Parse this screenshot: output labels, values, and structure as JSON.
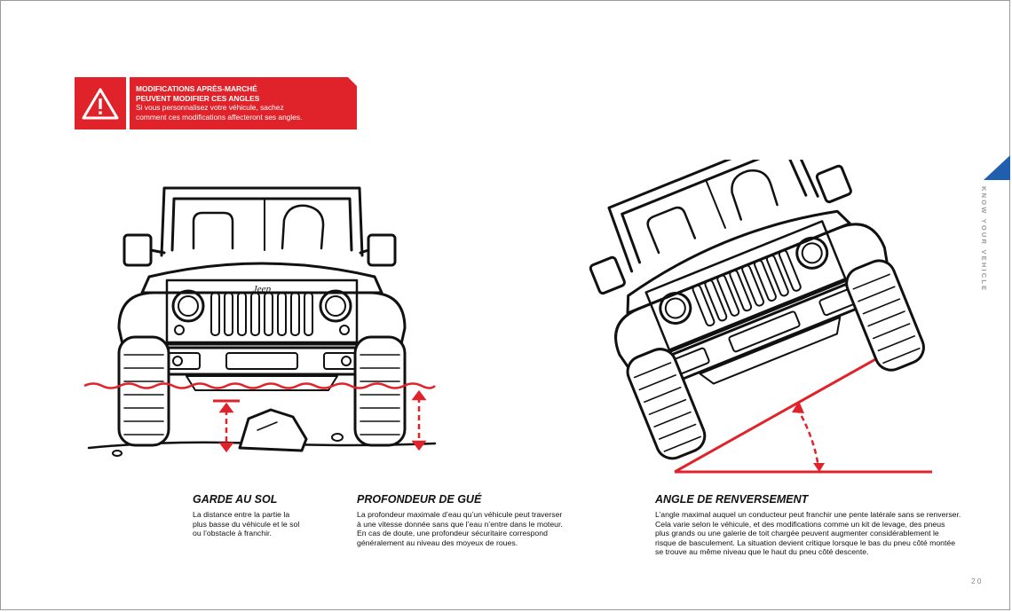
{
  "warning": {
    "icon": "warning-triangle-icon",
    "title_line1": "MODIFICATIONS APRÈS-MARCHÉ",
    "title_line2": "PEUVENT MODIFIER CES ANGLES",
    "body_line1": "Si vous personnalisez votre véhicule, sachez",
    "body_line2": "comment ces modifications affecteront ses angles."
  },
  "side_tab": {
    "label": "KNOW YOUR VEHICLE"
  },
  "sections": [
    {
      "title": "GARDE AU SOL",
      "body_lines": [
        "La distance entre la partie la",
        "plus basse du véhicule et le sol",
        "ou l’obstacle à franchir."
      ]
    },
    {
      "title": "PROFONDEUR DE GUÉ",
      "body_lines": [
        "La profondeur maximale d’eau qu’un véhicule peut traverser",
        "à une vitesse donnée sans que l’eau n’entre dans le moteur.",
        "En cas de doute, une profondeur sécuritaire correspond",
        "généralement au niveau des moyeux de roues."
      ]
    },
    {
      "title": "ANGLE DE RENVERSEMENT",
      "body_lines": [
        "L’angle maximal auquel un conducteur peut franchir une pente latérale sans se renverser.",
        "Cela varie selon le véhicule, et des modifications comme un kit de levage, des pneus",
        "plus grands ou une galerie de toit chargée peuvent augmenter considérablement le",
        "risque de basculement. La situation devient critique lorsque le bas du pneu côté montée",
        "se trouve au même niveau que le haut du pneu côté descente."
      ]
    }
  ],
  "grille_logo": "Jeep",
  "page_number": "20",
  "colors": {
    "accent_red": "#e0222a",
    "accent_blue": "#1f5fae",
    "line_black": "#111111",
    "muted_gray": "#9a9a9a"
  }
}
